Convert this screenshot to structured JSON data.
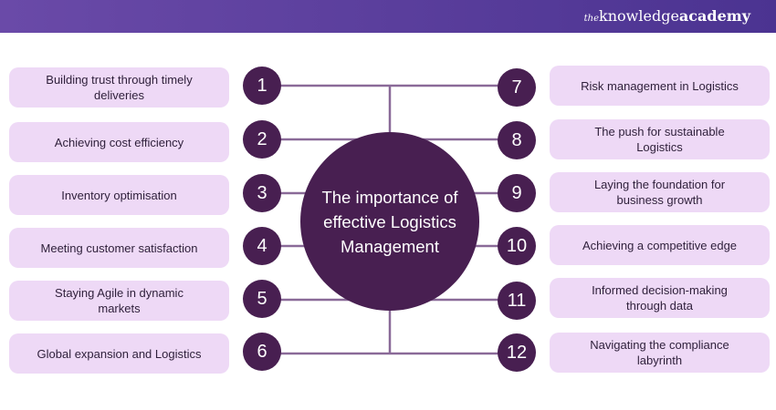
{
  "brand": {
    "prefix": "the",
    "main": "knowledge",
    "suffix": "academy"
  },
  "center_title": "The importance of effective Logistics Management",
  "left_items": [
    {
      "num": "1",
      "label": "Building trust through timely deliveries"
    },
    {
      "num": "2",
      "label": "Achieving cost efficiency"
    },
    {
      "num": "3",
      "label": "Inventory optimisation"
    },
    {
      "num": "4",
      "label": "Meeting customer satisfaction"
    },
    {
      "num": "5",
      "label": "Staying Agile in dynamic markets"
    },
    {
      "num": "6",
      "label": "Global expansion and Logistics"
    }
  ],
  "right_items": [
    {
      "num": "7",
      "label": "Risk management in Logistics"
    },
    {
      "num": "8",
      "label": "The push for sustainable Logistics"
    },
    {
      "num": "9",
      "label": "Laying the foundation for business growth"
    },
    {
      "num": "10",
      "label": "Achieving a competitive edge"
    },
    {
      "num": "11",
      "label": "Informed decision-making through data"
    },
    {
      "num": "12",
      "label": "Navigating the compliance labyrinth"
    }
  ]
}
